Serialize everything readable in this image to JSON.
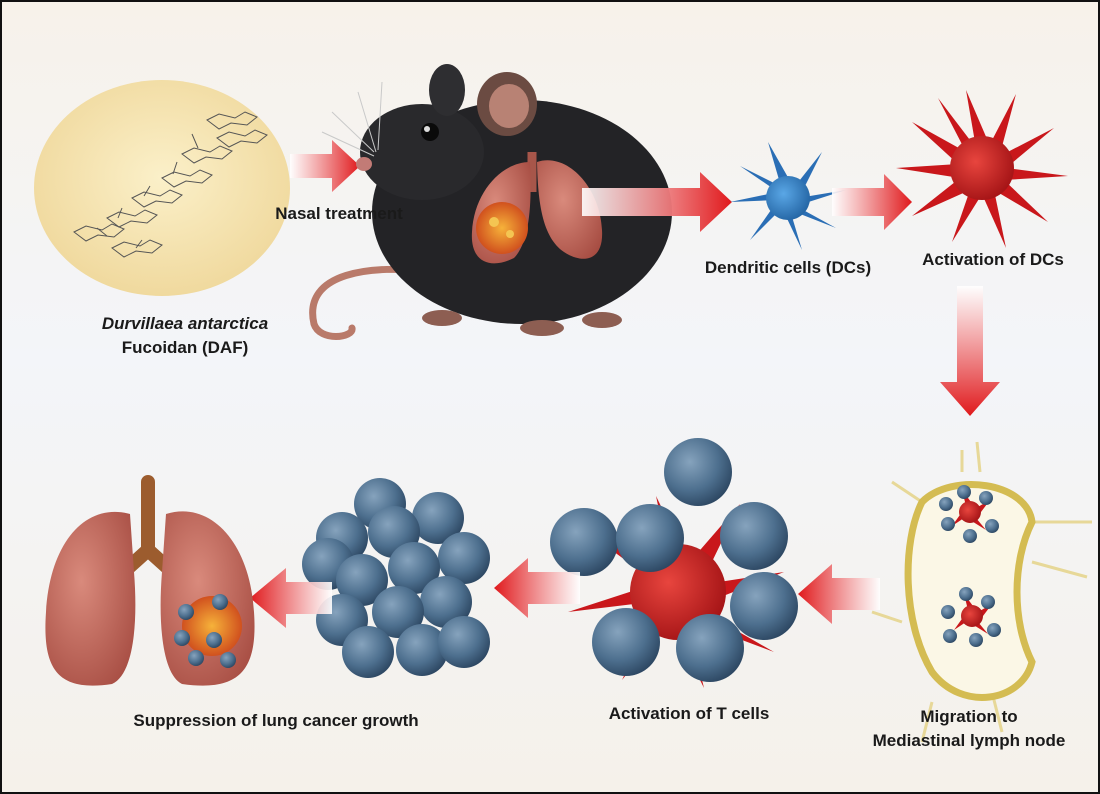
{
  "labels": {
    "species": "Durvillaea antarctica",
    "compound": "Fucoidan (DAF)",
    "nasal": "Nasal treatment",
    "dcs": "Dendritic cells (DCs)",
    "activation_dcs": "Activation of DCs",
    "migration_line1": "Migration to",
    "migration_line2": "Mediastinal lymph node",
    "t_cells": "Activation of T cells",
    "suppression": "Suppression of lung cancer growth"
  },
  "colors": {
    "arrow": "#e0191c",
    "dc_blue": "#2f7ec4",
    "dc_red": "#c9171b",
    "t_cell": "#4d6f8e",
    "lung": "#b85c50",
    "mouse": "#232326",
    "lymph": "#d9c56a",
    "fucoidan_bg": "#f3e2b0"
  }
}
